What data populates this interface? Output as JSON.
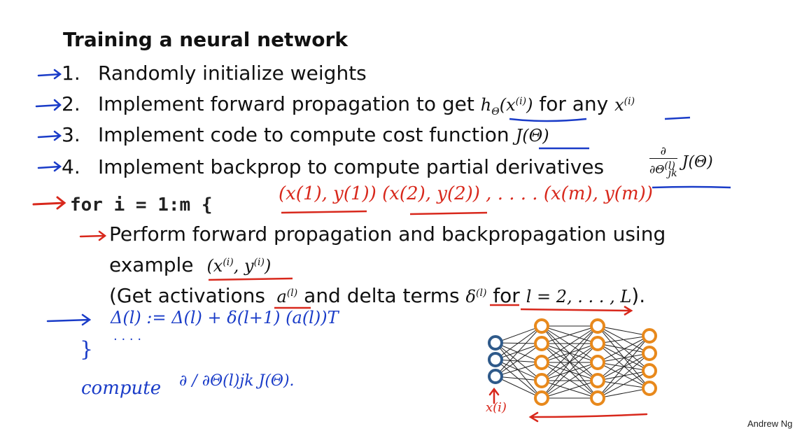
{
  "title": "Training a neural network",
  "steps": [
    {
      "num": "1.",
      "text": "Randomly initialize weights"
    },
    {
      "num": "2.",
      "text": "Implement forward propagation to get",
      "math": "hΘ(x(i))",
      "text2": "for any",
      "math2": "x(i)"
    },
    {
      "num": "3.",
      "text": "Implement code to compute cost function",
      "math": "J(Θ)"
    },
    {
      "num": "4.",
      "text": "Implement backprop to compute partial derivatives",
      "math": "∂/∂Θ(l)jk J(Θ)"
    }
  ],
  "loop": {
    "code": "for i = 1:m {",
    "line1": "Perform forward propagation and backpropagation using",
    "line2_text": "example",
    "line2_math": "(x(i), y(i))",
    "line3_a": "(Get activations",
    "line3_math_a": "a(l)",
    "line3_b": "and delta terms",
    "line3_math_b": "δ(l)",
    "line3_c": "for",
    "line3_math_c": "l = 2, . . . , L",
    "line3_end": ")."
  },
  "handwritten": {
    "examples": "(x(1), y(1))   (x(2), y(2)) , . . . .  (x(m), y(m))",
    "delta_update": "Δ(l) := Δ(l) + δ(l+1) (a(l))T",
    "dots": ". . . .",
    "close_brace": "}",
    "compute": "compute",
    "deriv": "∂ / ∂Θ(l)jk  J(Θ).",
    "input_label": "x(i)"
  },
  "footer": "Andrew Ng",
  "colors": {
    "handwriting_blue": "#1a3cc8",
    "handwriting_red": "#d8281c",
    "node_blue": "#2f5a8a",
    "node_orange": "#e8891c"
  }
}
